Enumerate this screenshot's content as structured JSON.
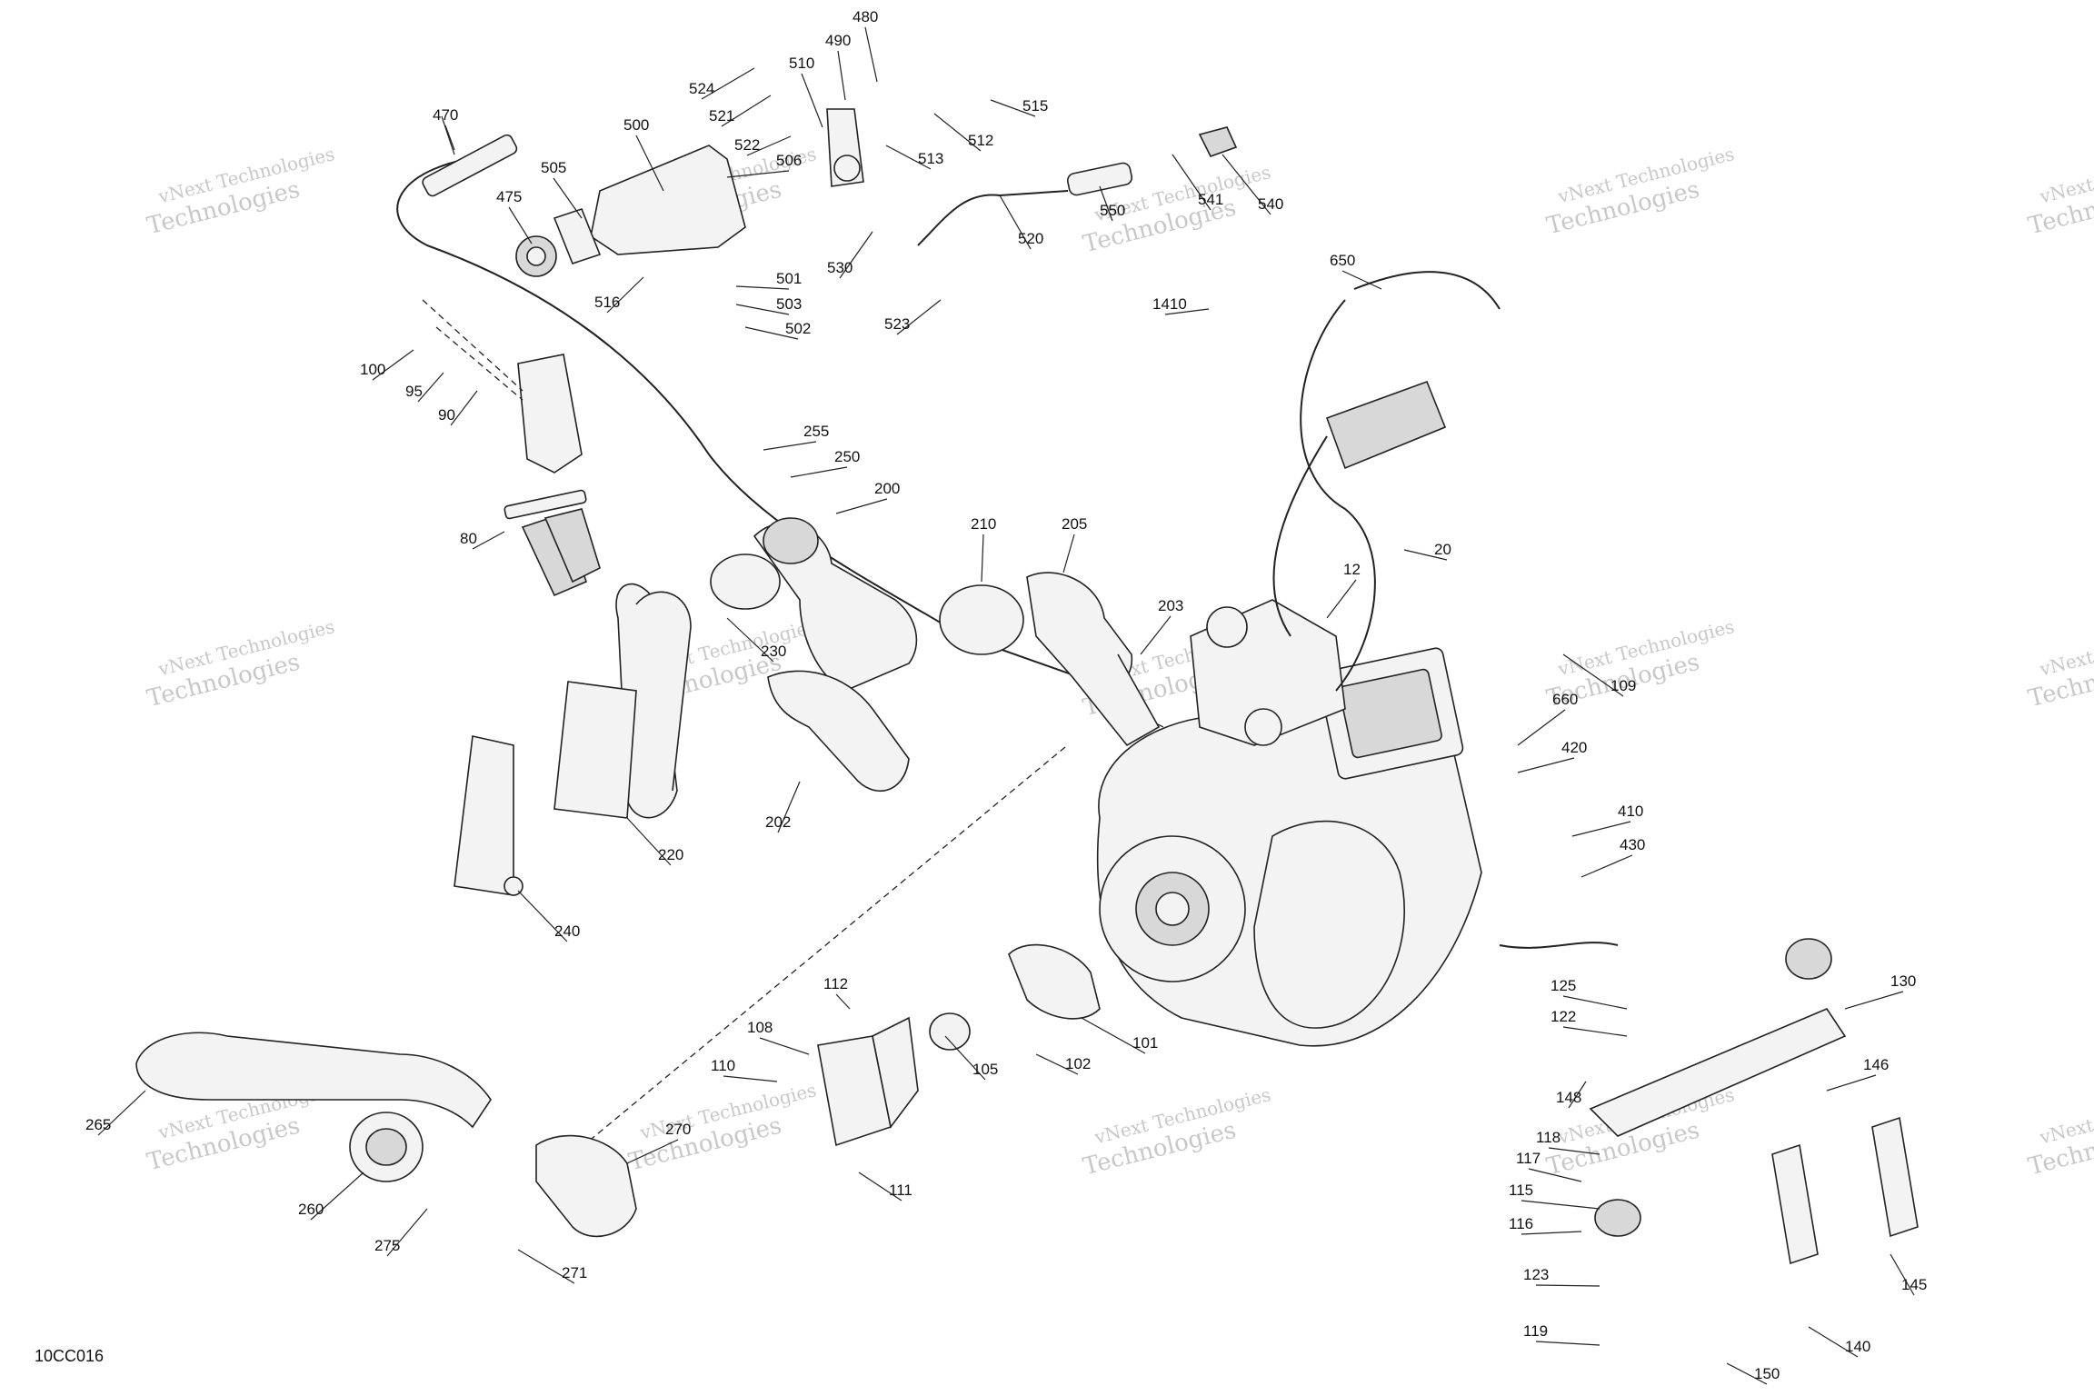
{
  "diagram": {
    "reference_code": "10CC016",
    "watermark_lines": [
      "vNext Technologies",
      "Technologies"
    ],
    "callouts": [
      {
        "id": "480",
        "label": "480"
      },
      {
        "id": "490",
        "label": "490"
      },
      {
        "id": "510",
        "label": "510"
      },
      {
        "id": "524",
        "label": "524"
      },
      {
        "id": "521",
        "label": "521"
      },
      {
        "id": "515",
        "label": "515"
      },
      {
        "id": "512",
        "label": "512"
      },
      {
        "id": "513",
        "label": "513"
      },
      {
        "id": "522",
        "label": "522"
      },
      {
        "id": "470",
        "label": "470"
      },
      {
        "id": "500",
        "label": "500"
      },
      {
        "id": "505",
        "label": "505"
      },
      {
        "id": "506",
        "label": "506"
      },
      {
        "id": "475",
        "label": "475"
      },
      {
        "id": "530",
        "label": "530"
      },
      {
        "id": "520",
        "label": "520"
      },
      {
        "id": "550",
        "label": "550"
      },
      {
        "id": "541",
        "label": "541"
      },
      {
        "id": "540",
        "label": "540"
      },
      {
        "id": "516",
        "label": "516"
      },
      {
        "id": "501",
        "label": "501"
      },
      {
        "id": "503",
        "label": "503"
      },
      {
        "id": "502",
        "label": "502"
      },
      {
        "id": "523",
        "label": "523"
      },
      {
        "id": "650",
        "label": "650"
      },
      {
        "id": "1410",
        "label": "1410"
      },
      {
        "id": "100",
        "label": "100"
      },
      {
        "id": "95",
        "label": "95"
      },
      {
        "id": "90",
        "label": "90"
      },
      {
        "id": "255",
        "label": "255"
      },
      {
        "id": "250",
        "label": "250"
      },
      {
        "id": "200",
        "label": "200"
      },
      {
        "id": "210",
        "label": "210"
      },
      {
        "id": "205",
        "label": "205"
      },
      {
        "id": "20",
        "label": "20"
      },
      {
        "id": "12",
        "label": "12"
      },
      {
        "id": "80",
        "label": "80"
      },
      {
        "id": "230",
        "label": "230"
      },
      {
        "id": "203",
        "label": "203"
      },
      {
        "id": "109",
        "label": "109"
      },
      {
        "id": "660",
        "label": "660"
      },
      {
        "id": "420",
        "label": "420"
      },
      {
        "id": "410",
        "label": "410"
      },
      {
        "id": "430",
        "label": "430"
      },
      {
        "id": "202",
        "label": "202"
      },
      {
        "id": "220",
        "label": "220"
      },
      {
        "id": "240",
        "label": "240"
      },
      {
        "id": "125",
        "label": "125"
      },
      {
        "id": "130",
        "label": "130"
      },
      {
        "id": "122",
        "label": "122"
      },
      {
        "id": "112",
        "label": "112"
      },
      {
        "id": "108",
        "label": "108"
      },
      {
        "id": "101",
        "label": "101"
      },
      {
        "id": "102",
        "label": "102"
      },
      {
        "id": "105",
        "label": "105"
      },
      {
        "id": "110",
        "label": "110"
      },
      {
        "id": "148",
        "label": "148"
      },
      {
        "id": "146",
        "label": "146"
      },
      {
        "id": "265",
        "label": "265"
      },
      {
        "id": "270",
        "label": "270"
      },
      {
        "id": "111",
        "label": "111"
      },
      {
        "id": "118",
        "label": "118"
      },
      {
        "id": "117",
        "label": "117"
      },
      {
        "id": "115",
        "label": "115"
      },
      {
        "id": "116",
        "label": "116"
      },
      {
        "id": "260",
        "label": "260"
      },
      {
        "id": "275",
        "label": "275"
      },
      {
        "id": "271",
        "label": "271"
      },
      {
        "id": "123",
        "label": "123"
      },
      {
        "id": "145",
        "label": "145"
      },
      {
        "id": "119",
        "label": "119"
      },
      {
        "id": "140",
        "label": "140"
      },
      {
        "id": "150",
        "label": "150"
      }
    ]
  }
}
